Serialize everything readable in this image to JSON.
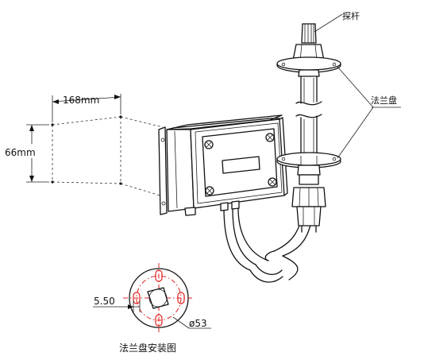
{
  "labels": {
    "probe": "探杆",
    "flange": "法兰盘",
    "dim_width": "168mm",
    "dim_height": "66mm",
    "hole_size": "5.50",
    "diameter": "ø53",
    "caption": "法兰盘安装图"
  }
}
